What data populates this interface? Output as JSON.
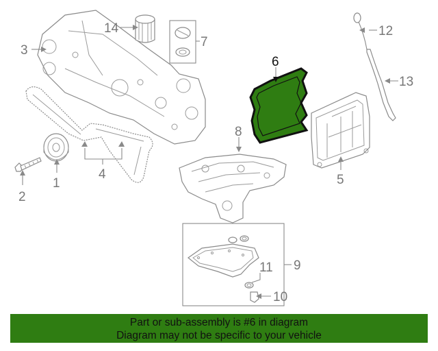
{
  "diagram": {
    "colors": {
      "highlight": "#2f7d12",
      "line": "#8a8a8a",
      "label": "#777777"
    },
    "callouts": {
      "c1": "1",
      "c2": "2",
      "c3": "3",
      "c4": "4",
      "c5": "5",
      "c6": "6",
      "c7": "7",
      "c8": "8",
      "c9": "9",
      "c10": "10",
      "c11": "11",
      "c12": "12",
      "c13": "13",
      "c14": "14"
    },
    "highlighted_part": "6"
  },
  "banner": {
    "line1": "Part or sub-assembly is #6 in diagram",
    "line2": "Diagram may not be specific to your vehicle"
  }
}
